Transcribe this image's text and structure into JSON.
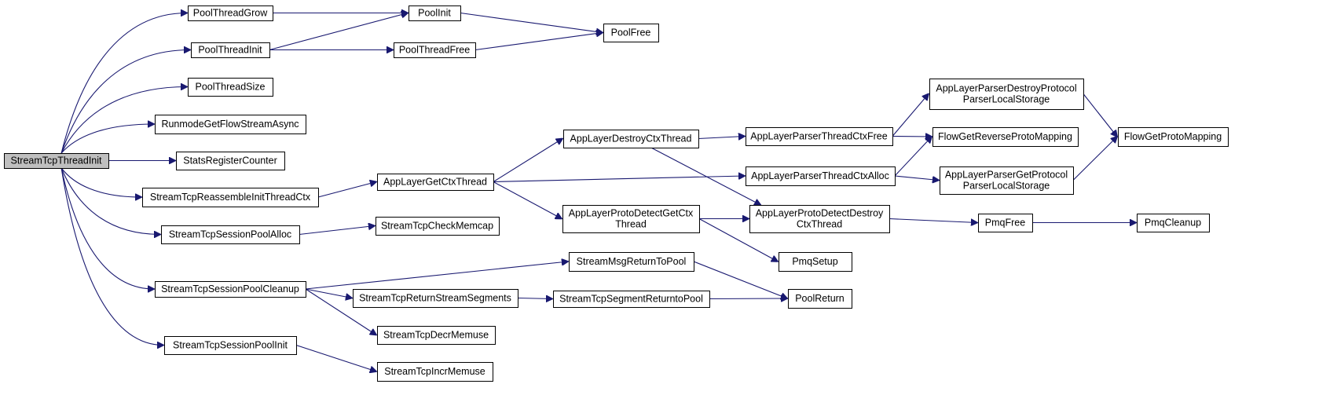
{
  "nodes": [
    {
      "id": "StreamTcpThreadInit",
      "lines": [
        "StreamTcpThreadInit"
      ],
      "root": true
    },
    {
      "id": "PoolThreadGrow",
      "lines": [
        "PoolThreadGrow"
      ]
    },
    {
      "id": "PoolThreadInit",
      "lines": [
        "PoolThreadInit"
      ]
    },
    {
      "id": "PoolThreadSize",
      "lines": [
        "PoolThreadSize"
      ]
    },
    {
      "id": "RunmodeGetFlowStreamAsync",
      "lines": [
        "RunmodeGetFlowStreamAsync"
      ]
    },
    {
      "id": "StatsRegisterCounter",
      "lines": [
        "StatsRegisterCounter"
      ]
    },
    {
      "id": "StreamTcpReassembleInitThreadCtx",
      "lines": [
        "StreamTcpReassembleInitThreadCtx"
      ]
    },
    {
      "id": "StreamTcpSessionPoolAlloc",
      "lines": [
        "StreamTcpSessionPoolAlloc"
      ]
    },
    {
      "id": "StreamTcpSessionPoolCleanup",
      "lines": [
        "StreamTcpSessionPoolCleanup"
      ]
    },
    {
      "id": "StreamTcpSessionPoolInit",
      "lines": [
        "StreamTcpSessionPoolInit"
      ]
    },
    {
      "id": "PoolInit",
      "lines": [
        "PoolInit"
      ]
    },
    {
      "id": "PoolThreadFree",
      "lines": [
        "PoolThreadFree"
      ]
    },
    {
      "id": "PoolFree",
      "lines": [
        "PoolFree"
      ]
    },
    {
      "id": "AppLayerGetCtxThread",
      "lines": [
        "AppLayerGetCtxThread"
      ]
    },
    {
      "id": "StreamTcpCheckMemcap",
      "lines": [
        "StreamTcpCheckMemcap"
      ]
    },
    {
      "id": "StreamMsgReturnToPool",
      "lines": [
        "StreamMsgReturnToPool"
      ]
    },
    {
      "id": "StreamTcpReturnStreamSegments",
      "lines": [
        "StreamTcpReturnStreamSegments"
      ]
    },
    {
      "id": "StreamTcpDecrMemuse",
      "lines": [
        "StreamTcpDecrMemuse"
      ]
    },
    {
      "id": "StreamTcpIncrMemuse",
      "lines": [
        "StreamTcpIncrMemuse"
      ]
    },
    {
      "id": "AppLayerDestroyCtxThread",
      "lines": [
        "AppLayerDestroyCtxThread"
      ]
    },
    {
      "id": "AppLayerProtoDetectGetCtxThread",
      "lines": [
        "AppLayerProtoDetectGetCtx",
        "Thread"
      ]
    },
    {
      "id": "StreamTcpSegmentReturntoPool",
      "lines": [
        "StreamTcpSegmentReturntoPool"
      ]
    },
    {
      "id": "PoolReturn",
      "lines": [
        "PoolReturn"
      ]
    },
    {
      "id": "AppLayerParserThreadCtxFree",
      "lines": [
        "AppLayerParserThreadCtxFree"
      ]
    },
    {
      "id": "AppLayerParserThreadCtxAlloc",
      "lines": [
        "AppLayerParserThreadCtxAlloc"
      ]
    },
    {
      "id": "AppLayerProtoDetectDestroyCtxThread",
      "lines": [
        "AppLayerProtoDetectDestroy",
        "CtxThread"
      ]
    },
    {
      "id": "PmqSetup",
      "lines": [
        "PmqSetup"
      ]
    },
    {
      "id": "AppLayerParserDestroyProtocolParserLocalStorage",
      "lines": [
        "AppLayerParserDestroyProtocol",
        "ParserLocalStorage"
      ]
    },
    {
      "id": "FlowGetReverseProtoMapping",
      "lines": [
        "FlowGetReverseProtoMapping"
      ]
    },
    {
      "id": "AppLayerParserGetProtocolParserLocalStorage",
      "lines": [
        "AppLayerParserGetProtocol",
        "ParserLocalStorage"
      ]
    },
    {
      "id": "PmqFree",
      "lines": [
        "PmqFree"
      ]
    },
    {
      "id": "FlowGetProtoMapping",
      "lines": [
        "FlowGetProtoMapping"
      ]
    },
    {
      "id": "PmqCleanup",
      "lines": [
        "PmqCleanup"
      ]
    }
  ],
  "edges": [
    [
      "StreamTcpThreadInit",
      "PoolThreadGrow"
    ],
    [
      "StreamTcpThreadInit",
      "PoolThreadInit"
    ],
    [
      "StreamTcpThreadInit",
      "PoolThreadSize"
    ],
    [
      "StreamTcpThreadInit",
      "RunmodeGetFlowStreamAsync"
    ],
    [
      "StreamTcpThreadInit",
      "StatsRegisterCounter"
    ],
    [
      "StreamTcpThreadInit",
      "StreamTcpReassembleInitThreadCtx"
    ],
    [
      "StreamTcpThreadInit",
      "StreamTcpSessionPoolAlloc"
    ],
    [
      "StreamTcpThreadInit",
      "StreamTcpSessionPoolCleanup"
    ],
    [
      "StreamTcpThreadInit",
      "StreamTcpSessionPoolInit"
    ],
    [
      "PoolThreadGrow",
      "PoolInit"
    ],
    [
      "PoolThreadInit",
      "PoolInit"
    ],
    [
      "PoolThreadInit",
      "PoolThreadFree"
    ],
    [
      "PoolInit",
      "PoolFree"
    ],
    [
      "PoolThreadFree",
      "PoolFree"
    ],
    [
      "StreamTcpReassembleInitThreadCtx",
      "AppLayerGetCtxThread"
    ],
    [
      "StreamTcpSessionPoolAlloc",
      "StreamTcpCheckMemcap"
    ],
    [
      "StreamTcpSessionPoolCleanup",
      "StreamMsgReturnToPool"
    ],
    [
      "StreamTcpSessionPoolCleanup",
      "StreamTcpReturnStreamSegments"
    ],
    [
      "StreamTcpSessionPoolCleanup",
      "StreamTcpDecrMemuse"
    ],
    [
      "StreamTcpSessionPoolInit",
      "StreamTcpIncrMemuse"
    ],
    [
      "AppLayerGetCtxThread",
      "AppLayerDestroyCtxThread"
    ],
    [
      "AppLayerGetCtxThread",
      "AppLayerParserThreadCtxAlloc"
    ],
    [
      "AppLayerGetCtxThread",
      "AppLayerProtoDetectGetCtxThread"
    ],
    [
      "AppLayerDestroyCtxThread",
      "AppLayerParserThreadCtxFree"
    ],
    [
      "AppLayerDestroyCtxThread",
      "AppLayerProtoDetectDestroyCtxThread"
    ],
    [
      "AppLayerProtoDetectGetCtxThread",
      "AppLayerProtoDetectDestroyCtxThread"
    ],
    [
      "AppLayerProtoDetectGetCtxThread",
      "PmqSetup"
    ],
    [
      "StreamMsgReturnToPool",
      "PoolReturn"
    ],
    [
      "StreamTcpReturnStreamSegments",
      "StreamTcpSegmentReturntoPool"
    ],
    [
      "StreamTcpSegmentReturntoPool",
      "PoolReturn"
    ],
    [
      "AppLayerParserThreadCtxFree",
      "AppLayerParserDestroyProtocolParserLocalStorage"
    ],
    [
      "AppLayerParserThreadCtxFree",
      "FlowGetReverseProtoMapping"
    ],
    [
      "AppLayerParserThreadCtxAlloc",
      "FlowGetReverseProtoMapping"
    ],
    [
      "AppLayerParserThreadCtxAlloc",
      "AppLayerParserGetProtocolParserLocalStorage"
    ],
    [
      "AppLayerProtoDetectDestroyCtxThread",
      "PmqFree"
    ],
    [
      "AppLayerParserDestroyProtocolParserLocalStorage",
      "FlowGetProtoMapping"
    ],
    [
      "AppLayerParserGetProtocolParserLocalStorage",
      "FlowGetProtoMapping"
    ],
    [
      "PmqFree",
      "PmqCleanup"
    ]
  ]
}
